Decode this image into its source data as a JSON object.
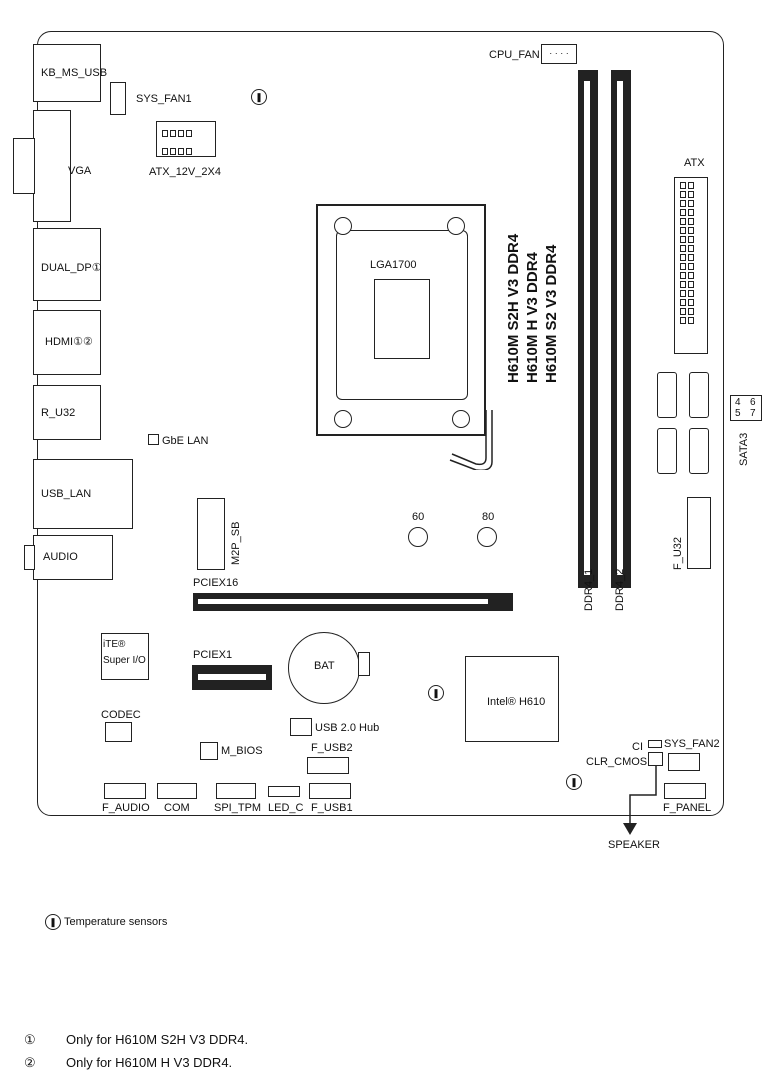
{
  "board": {
    "ports": {
      "kb_ms_usb": "KB_MS_USB",
      "vga": "VGA",
      "dual_dp": "DUAL_DP①",
      "hdmi": "HDMI①②",
      "r_u32": "R_U32",
      "usb_lan": "USB_LAN",
      "audio": "AUDIO"
    },
    "headers": {
      "sys_fan1": "SYS_FAN1",
      "atx_12v": "ATX_12V_2X4",
      "cpu_fan": "CPU_FAN",
      "atx": "ATX",
      "sata3": "SATA3",
      "sata_nums": [
        "4",
        "6",
        "5",
        "7"
      ],
      "f_u32": "F_U32",
      "ddr4_1": "DDR4_1",
      "ddr4_2": "DDR4_2",
      "gbe_lan": "GbE LAN",
      "m2p_sb": "M2P_SB",
      "standoff_60": "60",
      "standoff_80": "80",
      "pciex16": "PCIEX16",
      "pciex1": "PCIEX1",
      "ite_line1": "iTE®",
      "ite_line2": "Super I/O",
      "bat": "BAT",
      "codec": "CODEC",
      "usb20hub": "USB 2.0 Hub",
      "m_bios": "M_BIOS",
      "f_usb2": "F_USB2",
      "f_usb1": "F_USB1",
      "f_audio": "F_AUDIO",
      "com": "COM",
      "spi_tpm": "SPI_TPM",
      "led_c": "LED_C",
      "intel": "Intel® H610",
      "ci": "CI",
      "sys_fan2": "SYS_FAN2",
      "clr_cmos": "CLR_CMOS",
      "f_panel": "F_PANEL",
      "speaker": "SPEAKER",
      "socket": "LGA1700"
    },
    "models": [
      "H610M S2H V3 DDR4",
      "H610M H V3 DDR4",
      "H610M S2 V3 DDR4"
    ]
  },
  "legend": {
    "temp_sensors": "Temperature sensors"
  },
  "footnotes": [
    {
      "mark": "①",
      "text": "Only for H610M S2H V3 DDR4."
    },
    {
      "mark": "②",
      "text": "Only for H610M H V3 DDR4."
    }
  ]
}
